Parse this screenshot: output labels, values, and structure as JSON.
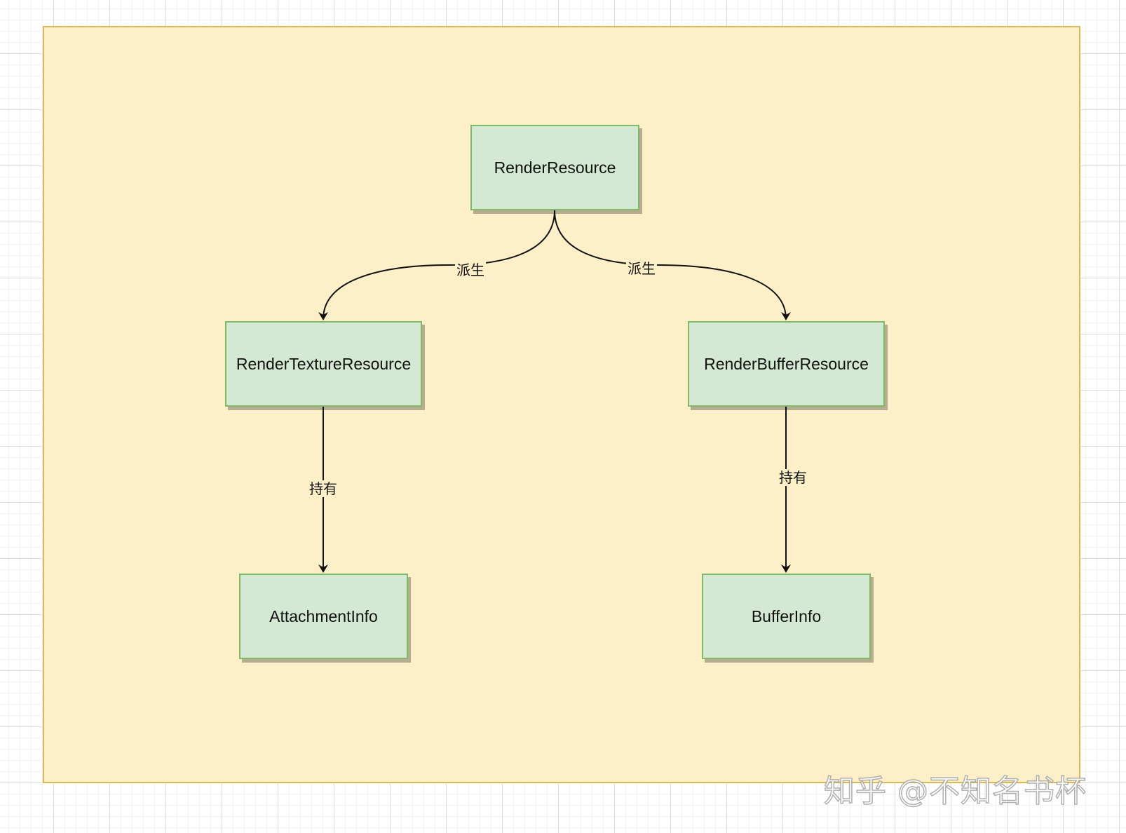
{
  "diagram": {
    "nodes": {
      "render_resource": "RenderResource",
      "render_texture_resource": "RenderTextureResource",
      "render_buffer_resource": "RenderBufferResource",
      "attachment_info": "AttachmentInfo",
      "buffer_info": "BufferInfo"
    },
    "edges": {
      "derive_left": "派生",
      "derive_right": "派生",
      "hold_left": "持有",
      "hold_right": "持有"
    },
    "colors": {
      "container_fill": "#fdefc7",
      "container_border": "#d8ba55",
      "node_fill": "#d4e9d3",
      "node_border": "#7fb866",
      "edge": "#111111"
    }
  },
  "watermark": "知乎 @不知名书杯"
}
